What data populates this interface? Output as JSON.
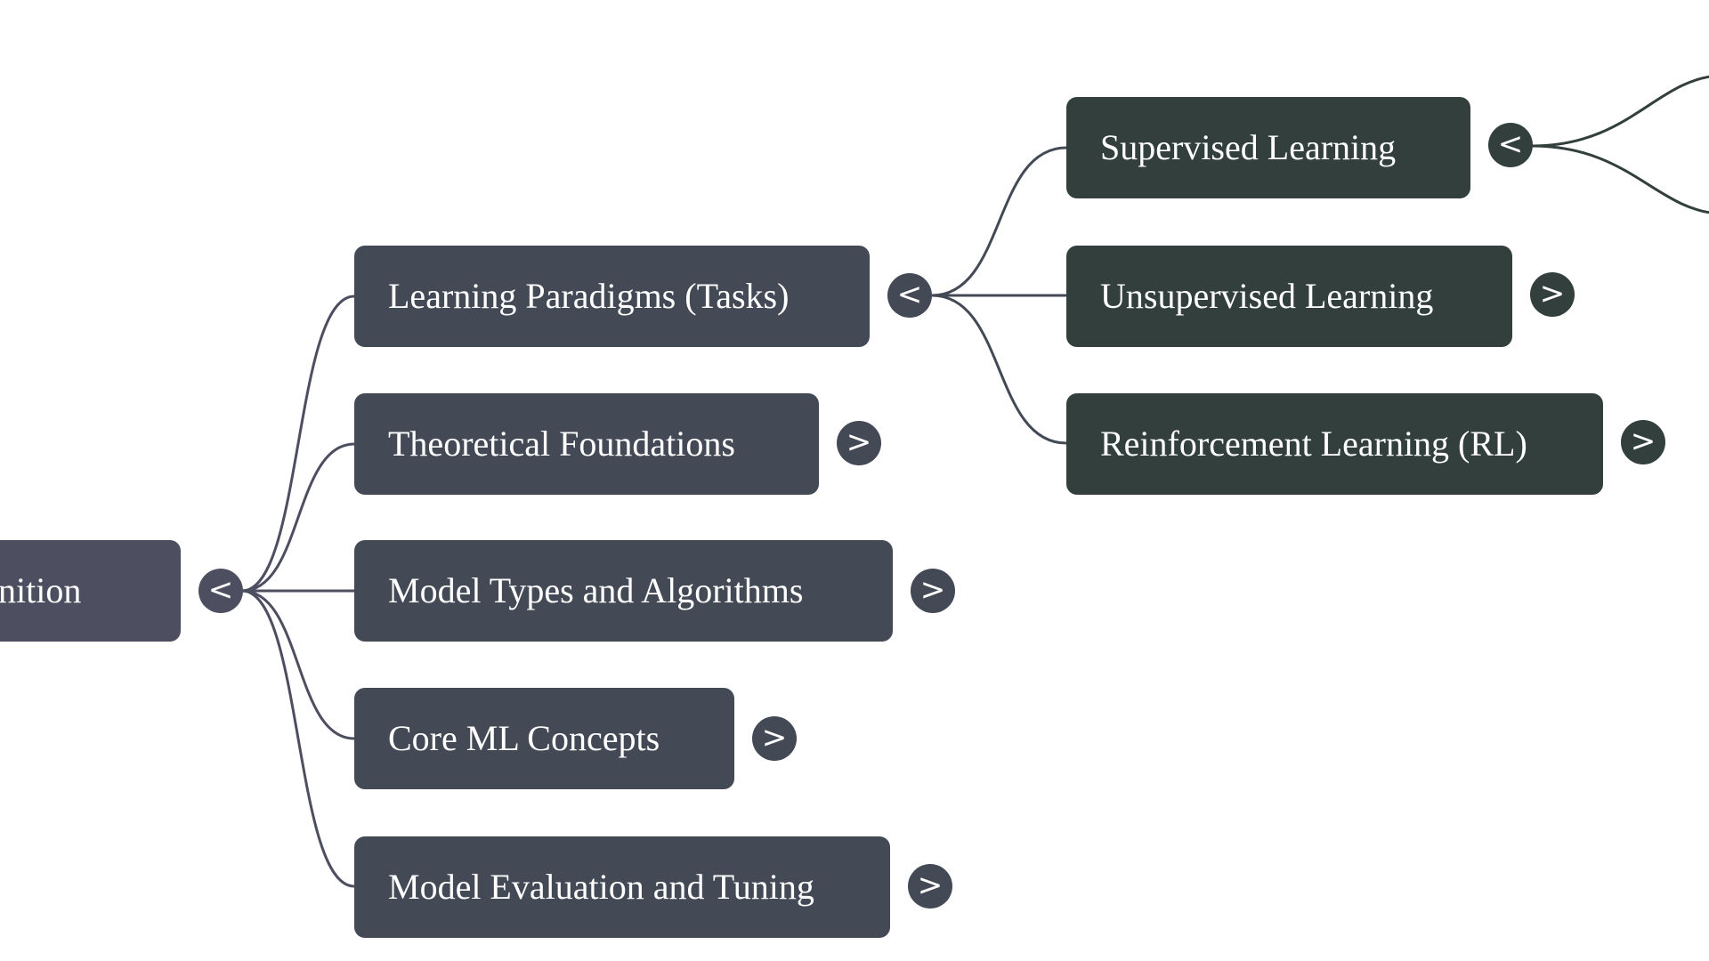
{
  "root": {
    "label": "nition",
    "toggle": "<"
  },
  "level1": [
    {
      "label": "Learning Paradigms (Tasks)",
      "toggle": "<"
    },
    {
      "label": "Theoretical Foundations",
      "toggle": ">"
    },
    {
      "label": "Model Types and Algorithms",
      "toggle": ">"
    },
    {
      "label": "Core ML Concepts",
      "toggle": ">"
    },
    {
      "label": "Model Evaluation and Tuning",
      "toggle": ">"
    }
  ],
  "level2": [
    {
      "label": "Supervised Learning",
      "toggle": "<"
    },
    {
      "label": "Unsupervised Learning",
      "toggle": ">"
    },
    {
      "label": "Reinforcement Learning (RL)",
      "toggle": ">"
    }
  ],
  "colors": {
    "root_node": "#4d4e60",
    "level1_node": "#434a55",
    "level2_node": "#323f3c",
    "edge_from_root": "#4d4e60",
    "edge_from_level1": "#434a55",
    "edge_from_level2": "#323f3c"
  }
}
